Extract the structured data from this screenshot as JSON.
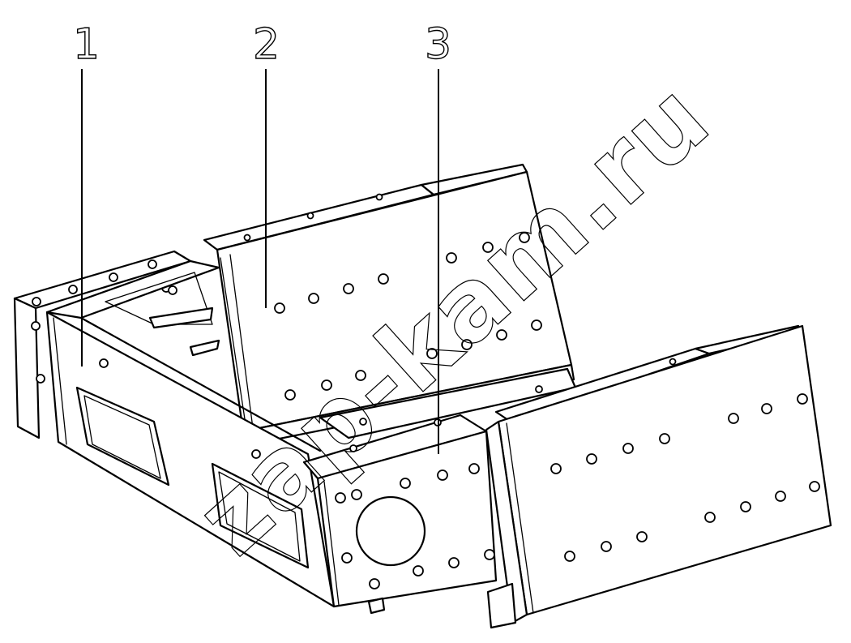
{
  "callouts": [
    {
      "id": "1",
      "label": "1"
    },
    {
      "id": "2",
      "label": "2"
    },
    {
      "id": "3",
      "label": "3"
    }
  ],
  "watermark": "zap-kam.ru",
  "colors": {
    "line": "#000000",
    "background": "#ffffff"
  }
}
